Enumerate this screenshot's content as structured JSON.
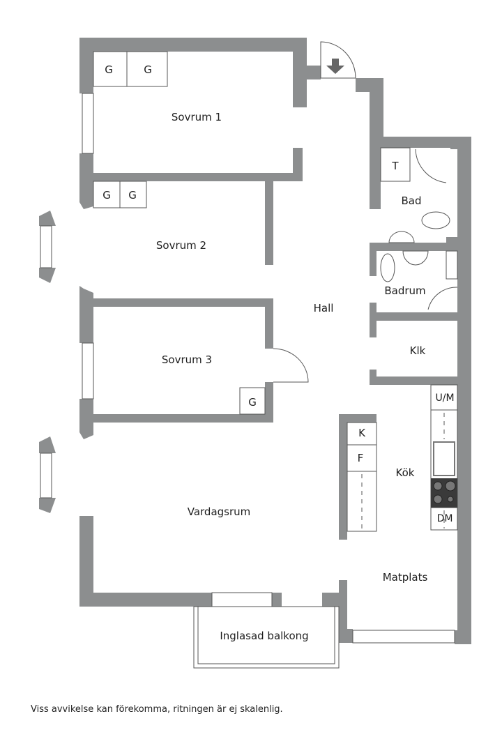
{
  "rooms": {
    "sovrum1": "Sovrum 1",
    "sovrum2": "Sovrum 2",
    "sovrum3": "Sovrum 3",
    "hall": "Hall",
    "bad": "Bad",
    "badrum": "Badrum",
    "klk": "Klk",
    "kok": "Kök",
    "vardagsrum": "Vardagsrum",
    "matplats": "Matplats",
    "balkong": "Inglasad balkong"
  },
  "fixtures": {
    "wardrobe": "G",
    "tumble_dryer": "T",
    "fridge": "K",
    "freezer": "F",
    "oven_micro": "U/M",
    "dishwasher": "DM"
  },
  "icons": {
    "entrance": "entrance-arrow-icon",
    "stove": "stove-icon",
    "sink": "sink-icon",
    "toilet": "toilet-icon",
    "shower": "shower-icon"
  },
  "colors": {
    "wall": "#8c8e8f",
    "line": "#555555",
    "stove": "#3a3a3a"
  },
  "footer": {
    "disclaimer": "Viss avvikelse kan förekomma, ritningen är ej skalenlig."
  }
}
